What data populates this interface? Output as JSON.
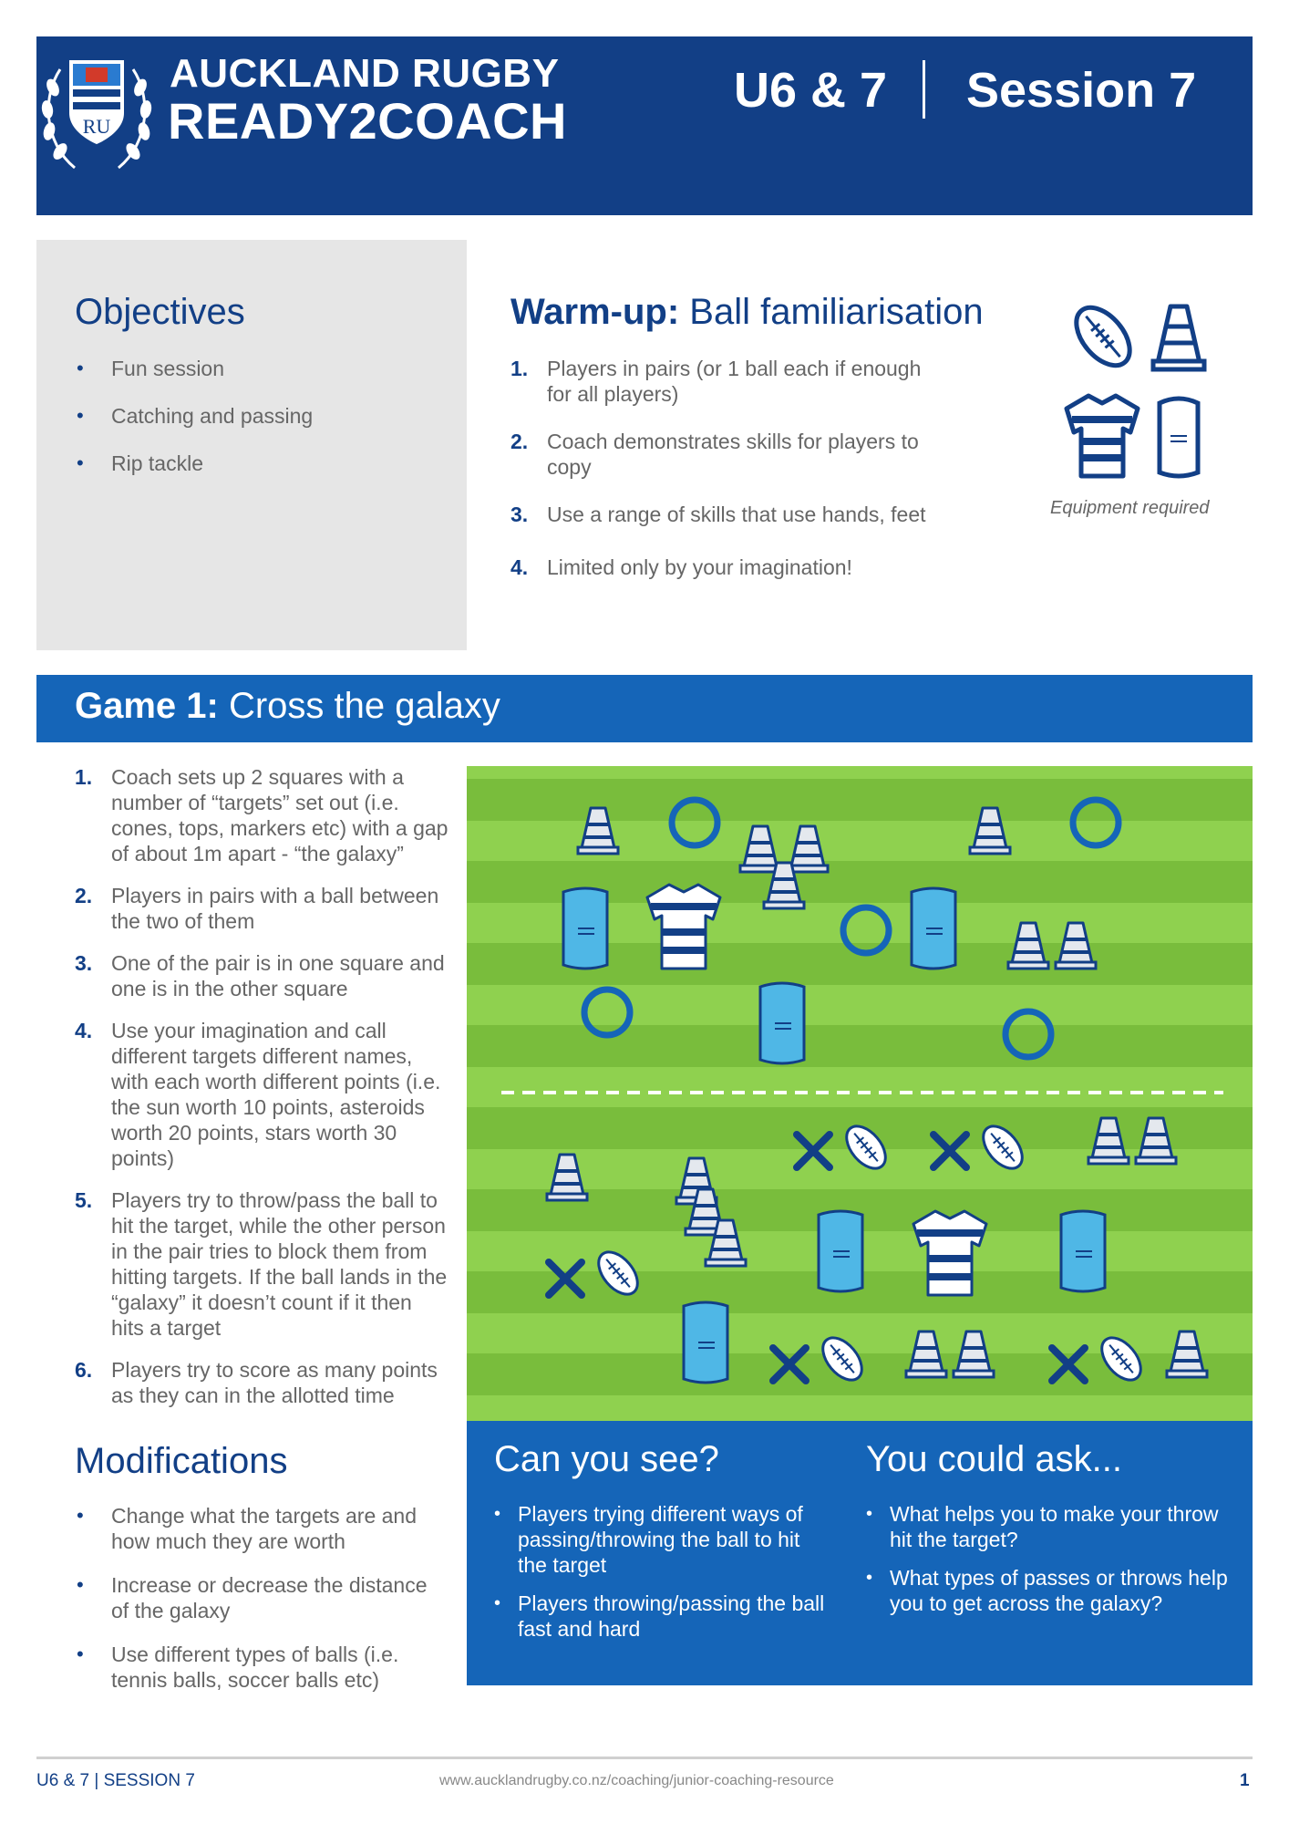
{
  "header": {
    "brand_line1": "AUCKLAND RUGBY",
    "brand_line2": "READY2COACH",
    "age_group": "U6 & 7",
    "session": "Session 7",
    "logo_icon": "auckland-rugby-crest-icon"
  },
  "objectives": {
    "title": "Objectives",
    "items": [
      "Fun session",
      "Catching and passing",
      "Rip tackle"
    ]
  },
  "warmup": {
    "title_bold": "Warm-up:",
    "title_rest": " Ball familiarisation",
    "items": [
      {
        "num": "1.",
        "text": "Players in pairs (or 1 ball each if enough for all players)"
      },
      {
        "num": "2.",
        "text": "Coach demonstrates skills for players to copy"
      },
      {
        "num": "3.",
        "text": "Use a range of skills that use hands, feet"
      },
      {
        "num": "4.",
        "text": "Limited only by your imagination!"
      }
    ],
    "equipment_label": "Equipment required",
    "equipment_icons": [
      "rugby-ball-icon",
      "cone-icon",
      "jersey-icon",
      "tackle-bag-icon"
    ]
  },
  "game1": {
    "title_bold": "Game 1:",
    "title_rest": " Cross the galaxy",
    "items": [
      {
        "num": "1.",
        "text": "Coach sets up 2 squares with a number of “targets” set out (i.e. cones, tops, markers etc) with a gap of about 1m apart - “the galaxy”"
      },
      {
        "num": "2.",
        "text": "Players in pairs with a ball between the two of them"
      },
      {
        "num": "3.",
        "text": "One of the pair is in one square and one is in the other square"
      },
      {
        "num": "4.",
        "text": "Use your imagination and call different targets different names, with each worth different points (i.e. the sun worth 10 points, asteroids worth 20 points, stars worth 30 points)"
      },
      {
        "num": "5.",
        "text": "Players try to throw/pass the ball to hit the target, while the other person in the pair tries to block them from hitting targets. If the ball lands in the “galaxy” it doesn’t count if it then hits a target"
      },
      {
        "num": "6.",
        "text": "Players try to score as many points as they can in the allotted time"
      }
    ]
  },
  "modifications": {
    "title": "Modifications",
    "items": [
      "Change what the targets are and how much they are worth",
      "Increase or decrease the distance of the galaxy",
      "Use different types of balls (i.e. tennis balls, soccer balls etc)"
    ]
  },
  "can_you_see": {
    "title": "Can you see?",
    "items": [
      "Players trying different ways of passing/throwing the ball to hit the target",
      "Players throwing/passing the ball fast and hard"
    ]
  },
  "could_ask": {
    "title": "You could ask...",
    "items": [
      "What helps you to make your throw hit the target?",
      "What types of passes or throws help you to get across the galaxy?"
    ]
  },
  "footer": {
    "left": "U6 & 7 | SESSION 7",
    "center": "www.aucklandrugby.co.nz/coaching/junior-coaching-resource",
    "page": "1"
  },
  "colors": {
    "navy": "#123f86",
    "blue": "#1565b8",
    "grass_light": "#8fd14f",
    "grass_dark": "#79bd3c",
    "target_blue": "#1565b8",
    "bag_blue": "#4fb7e6"
  }
}
